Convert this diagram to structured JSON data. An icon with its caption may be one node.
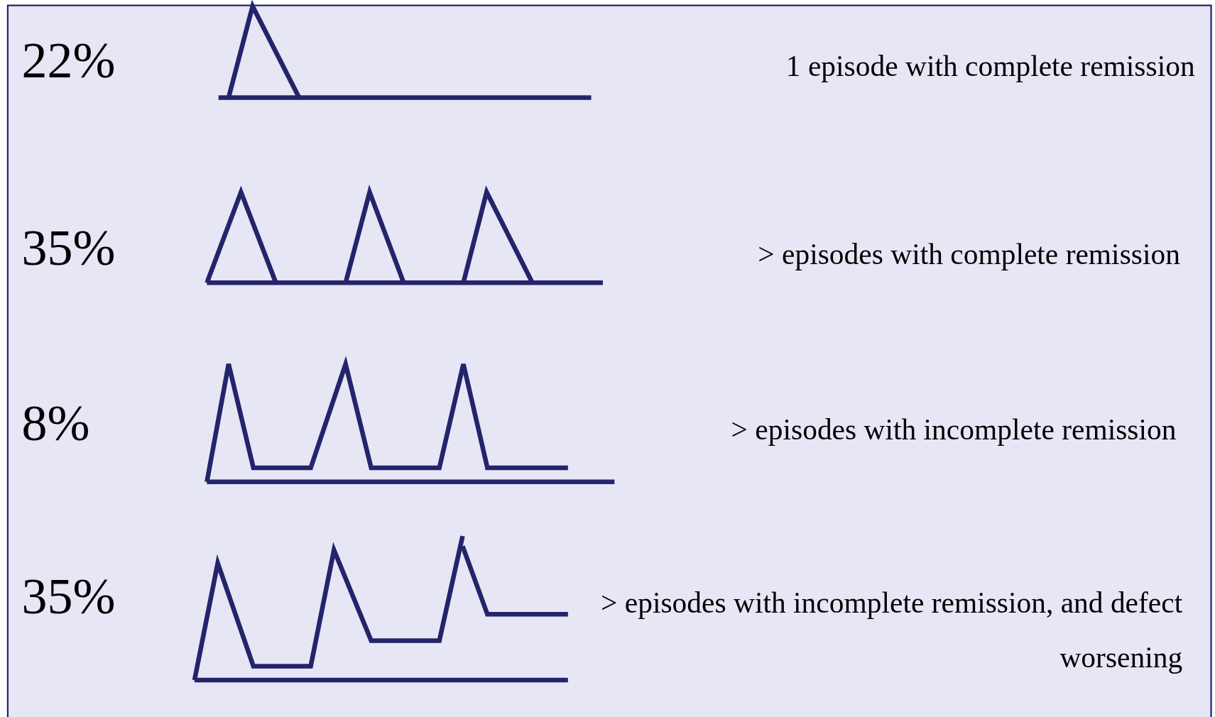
{
  "diagram": {
    "labels": [
      "22%",
      "1 episode with complete remission",
      "35%",
      "> episodes with complete remission",
      "8%",
      "> episodes with incomplete remission",
      "35%",
      "> episodes with incomplete remission, and defect worsening"
    ]
  }
}
